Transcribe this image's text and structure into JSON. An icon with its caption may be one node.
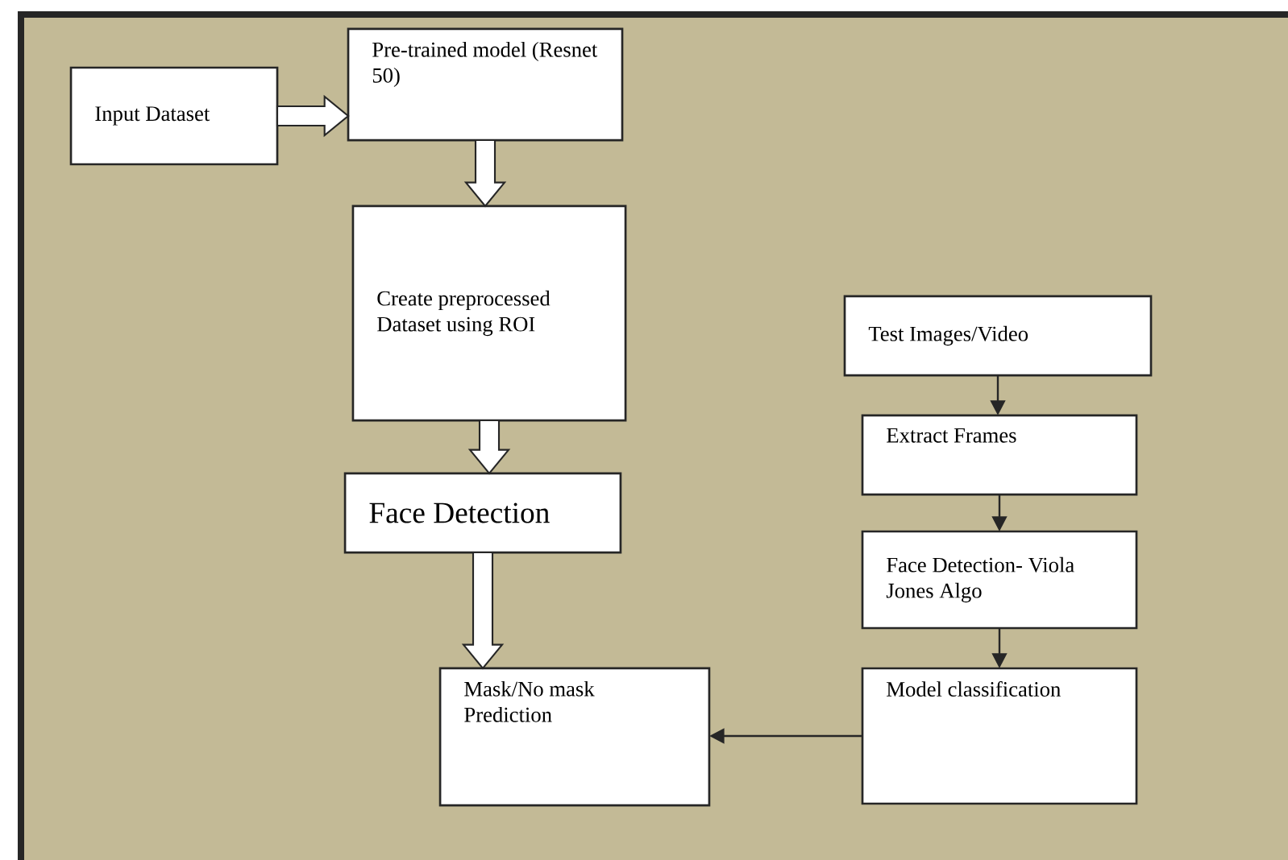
{
  "diagram": {
    "nodes": [
      {
        "text": [
          "Input Dataset"
        ]
      },
      {
        "text": [
          "Pre-trained model (Resnet 50)"
        ]
      },
      {
        "text": [
          "Create preprocessed Dataset using ROI"
        ]
      },
      {
        "text": [
          "Face Detection"
        ]
      },
      {
        "text": [
          "Mask/No mask Prediction"
        ]
      },
      {
        "text": [
          "Test Images/Video"
        ]
      },
      {
        "text": [
          "Extract Frames"
        ]
      },
      {
        "text": [
          "Face Detection- Viola Jones Algo"
        ]
      },
      {
        "text": [
          "Model classification"
        ]
      }
    ],
    "edges": [
      {
        "from": 0,
        "to": 1,
        "arrow": "to",
        "style": "thick"
      },
      {
        "from": 1,
        "to": 2,
        "arrow": "to",
        "style": "thick"
      },
      {
        "from": 2,
        "to": 3,
        "arrow": "to",
        "style": "thick"
      },
      {
        "from": 3,
        "to": 4,
        "arrow": "to",
        "style": "thick"
      },
      {
        "from": 5,
        "to": 6,
        "arrow": "to"
      },
      {
        "from": 6,
        "to": 7,
        "arrow": "to"
      },
      {
        "from": 7,
        "to": 8,
        "arrow": "to"
      },
      {
        "from": 8,
        "to": 4,
        "arrow": "to"
      }
    ]
  }
}
